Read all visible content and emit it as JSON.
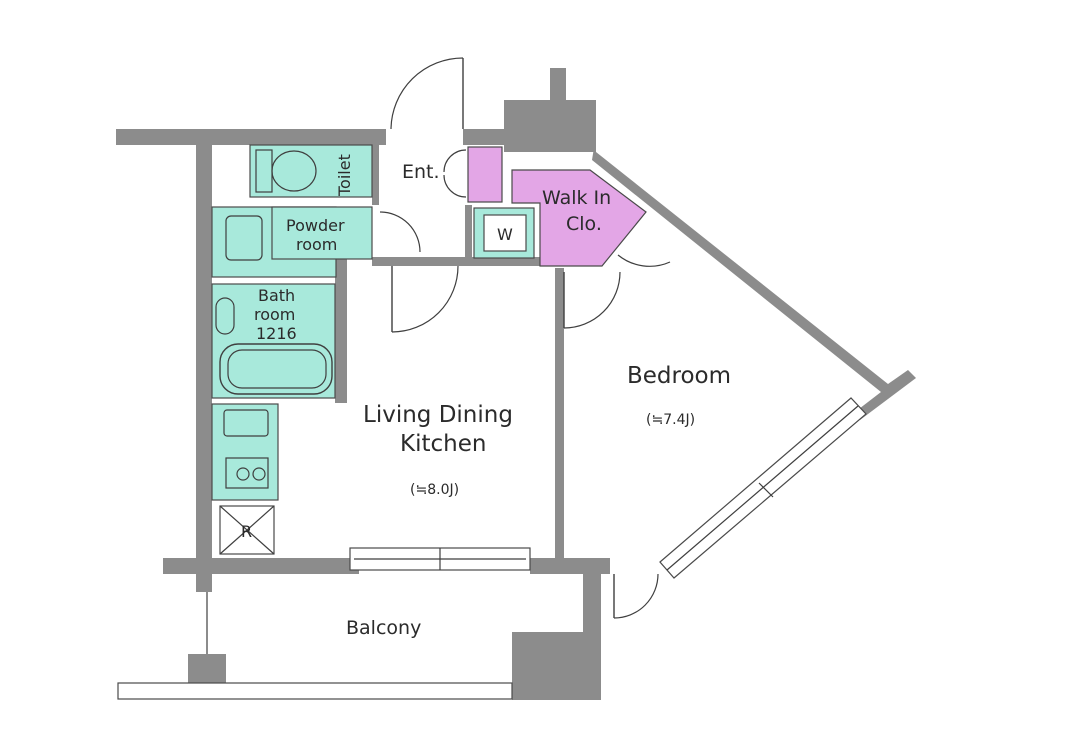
{
  "rooms": {
    "entrance": "Ent.",
    "walk_in_closet_line1": "Walk In",
    "walk_in_closet_line2": "Clo.",
    "washer": "W",
    "toilet": "Toilet",
    "powder_room_line1": "Powder",
    "powder_room_line2": "room",
    "bathroom_line1": "Bath",
    "bathroom_line2": "room",
    "bathroom_line3": "1216",
    "ldk_line1": "Living Dining",
    "ldk_line2": "Kitchen",
    "ldk_area": "(≒8.0J)",
    "bedroom": "Bedroom",
    "bedroom_area": "(≒7.4J)",
    "fridge": "R",
    "balcony": "Balcony"
  },
  "colors": {
    "wall": "#8c8c8c",
    "wet_area": "#a8e9db",
    "closet": "#e3a6e6"
  }
}
